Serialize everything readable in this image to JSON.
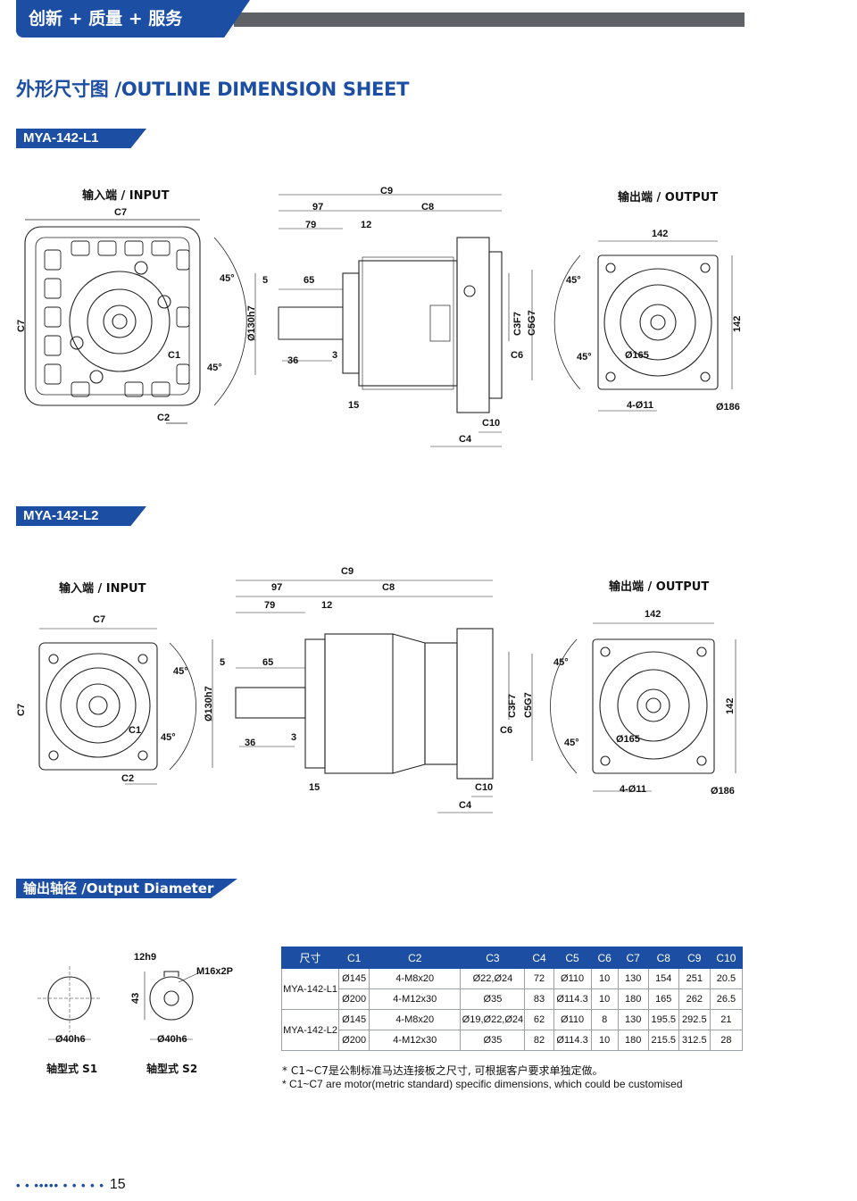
{
  "header": {
    "tab_label": "创新 + 质量 + 服务"
  },
  "page_title": "外形尺寸图 /OUTLINE DIMENSION SHEET",
  "sections": {
    "l1": {
      "tag": "MYA-142-L1",
      "input_label": "输入端 / INPUT",
      "output_label": "输出端 / OUTPUT",
      "dims": {
        "c7": "C7",
        "c7v": "C7",
        "c1": "C1",
        "c2": "C2",
        "a45a": "45°",
        "a45b": "45°",
        "c9": "C9",
        "d97": "97",
        "c8": "C8",
        "d79": "79",
        "d12": "12",
        "d5": "5",
        "d65": "65",
        "d130": "Ø130h7",
        "d36": "36",
        "d3": "3",
        "d15": "15",
        "c3": "C3F7",
        "c5": "C5G7",
        "c6": "C6",
        "c10": "C10",
        "c4": "C4",
        "d142a": "142",
        "d142b": "142",
        "o45a": "45°",
        "o45b": "45°",
        "d165": "Ø165",
        "d4011": "4-Ø11",
        "d186": "Ø186"
      }
    },
    "l2": {
      "tag": "MYA-142-L2",
      "input_label": "输入端 / INPUT",
      "output_label": "输出端 / OUTPUT",
      "dims": {
        "c7": "C7",
        "c7v": "C7",
        "c1": "C1",
        "c2": "C2",
        "a45a": "45°",
        "a45b": "45°",
        "c9": "C9",
        "d97": "97",
        "c8": "C8",
        "d79": "79",
        "d12": "12",
        "d5": "5",
        "d65": "65",
        "d130": "Ø130h7",
        "d36": "36",
        "d3": "3",
        "d15": "15",
        "c3": "C3F7",
        "c5": "C5G7",
        "c6": "C6",
        "c10": "C10",
        "c4": "C4",
        "d142a": "142",
        "d142b": "142",
        "o45a": "45°",
        "o45b": "45°",
        "d165": "Ø165",
        "d4011": "4-Ø11",
        "d186": "Ø186"
      }
    }
  },
  "output_diameter": {
    "tag": "输出轴径 /Output Diameter",
    "s1": {
      "label": "轴型式 S1",
      "dia": "Ø40h6"
    },
    "s2": {
      "label": "轴型式 S2",
      "dia": "Ø40h6",
      "key": "12h9",
      "height": "43",
      "thread": "M16x2P"
    }
  },
  "table": {
    "headers": [
      "尺寸",
      "C1",
      "C2",
      "C3",
      "C4",
      "C5",
      "C6",
      "C7",
      "C8",
      "C9",
      "C10"
    ],
    "groups": [
      {
        "model": "MYA-142-L1",
        "rows": [
          [
            "Ø145",
            "4-M8x20",
            "Ø22,Ø24",
            "72",
            "Ø110",
            "10",
            "130",
            "154",
            "251",
            "20.5"
          ],
          [
            "Ø200",
            "4-M12x30",
            "Ø35",
            "83",
            "Ø114.3",
            "10",
            "180",
            "165",
            "262",
            "26.5"
          ]
        ]
      },
      {
        "model": "MYA-142-L2",
        "rows": [
          [
            "Ø145",
            "4-M8x20",
            "Ø19,Ø22,Ø24",
            "62",
            "Ø110",
            "8",
            "130",
            "195.5",
            "292.5",
            "21"
          ],
          [
            "Ø200",
            "4-M12x30",
            "Ø35",
            "82",
            "Ø114.3",
            "10",
            "180",
            "215.5",
            "312.5",
            "28"
          ]
        ]
      }
    ]
  },
  "notes": {
    "cn": "* C1~C7是公制标准马达连接板之尺寸, 可根据客户要求单独定做。",
    "en": "* C1~C7 are motor(metric standard) specific dimensions, which could be customised"
  },
  "footer": {
    "dots": "• • ••••• • • • • •",
    "page_number": "15"
  },
  "colors": {
    "brand_blue": "#1c4fa3",
    "bar_gray": "#5e6166"
  }
}
